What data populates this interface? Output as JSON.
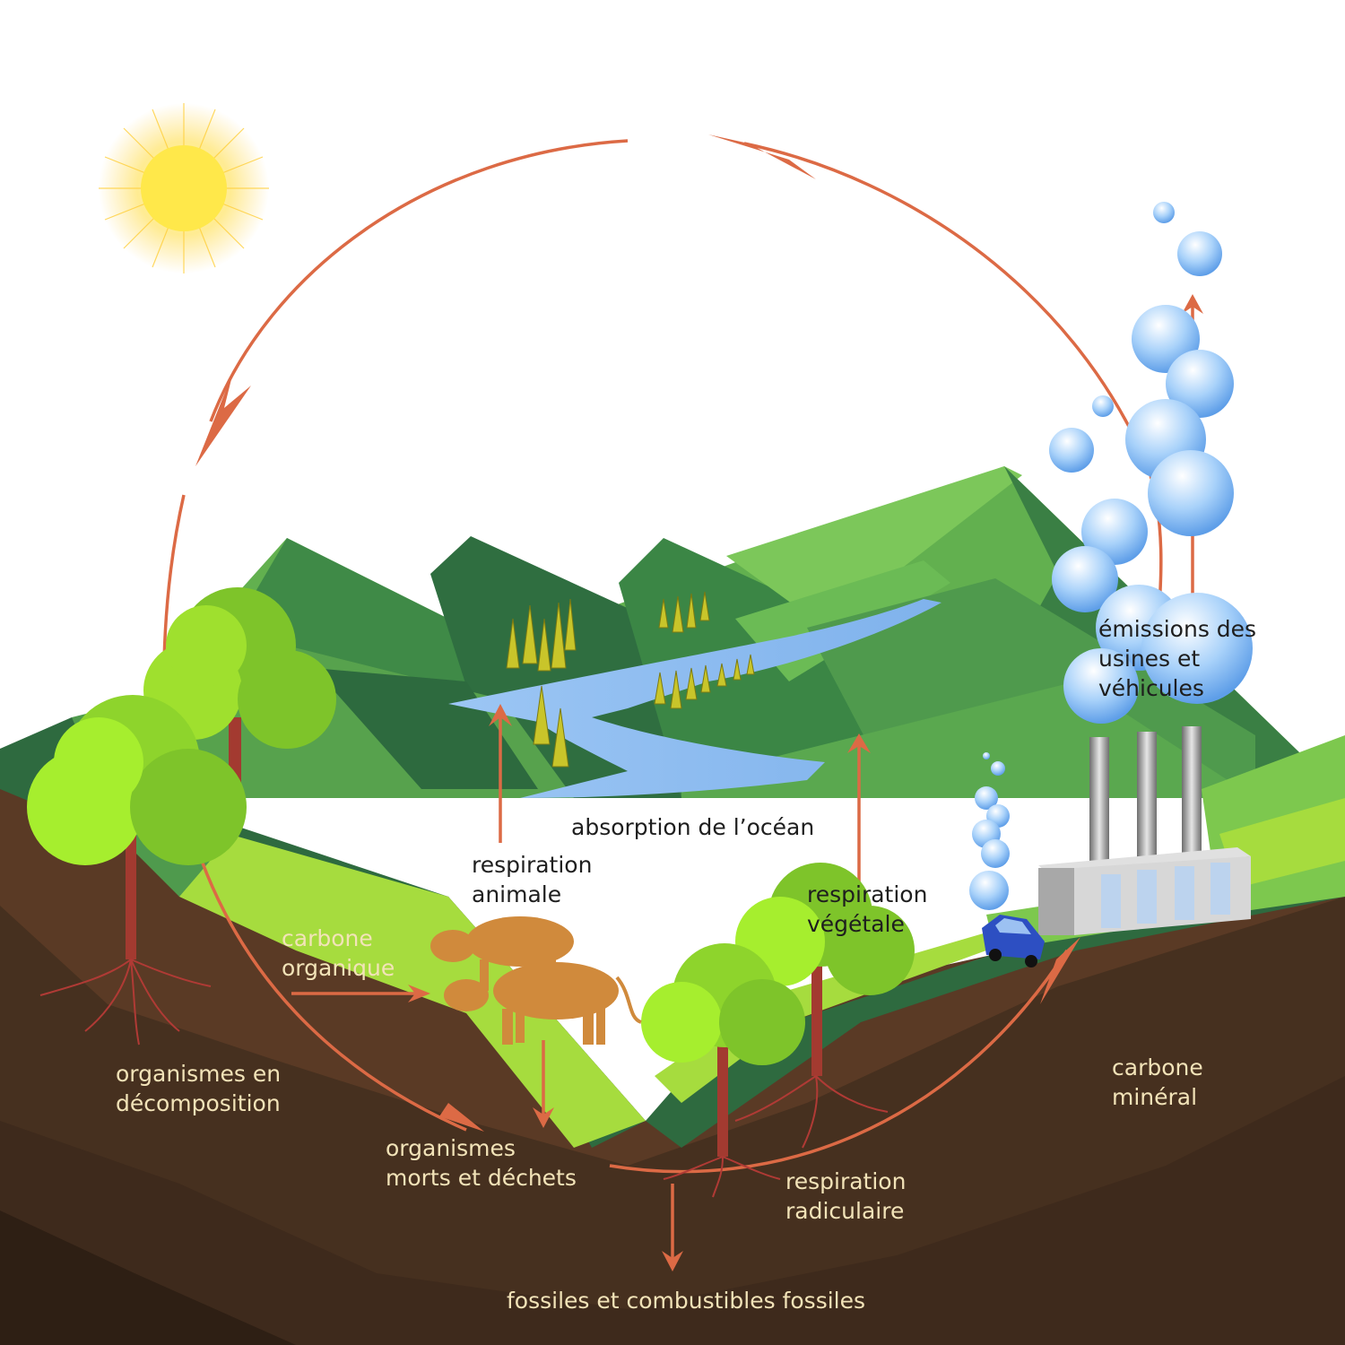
{
  "colors": {
    "arrow": "#dc6a45",
    "soil_dark": "#3e2a1c",
    "soil_mid": "#5a3a25",
    "grass_light": "#9fdc3c",
    "mountain_green": "#4f9a4d",
    "mountain_dark": "#2e6a3f",
    "water": "#8fbcf0",
    "sun": "#ffe84a",
    "cow": "#d08a3c",
    "bubble": "#8ec2f5",
    "factory": "#c9c9c9",
    "car": "#2d4fc2",
    "label_dark": "#1e1e1e",
    "label_light": "#f2e3b8"
  },
  "icons": [
    "sun-icon",
    "cow-icon",
    "factory-icon",
    "car-icon",
    "tree-icon",
    "bubble-icon"
  ],
  "labels": {
    "ocean_absorption": "absorption de l’océan",
    "animal_respiration": [
      "respiration",
      "animale"
    ],
    "plant_respiration": [
      "respiration",
      "végétale"
    ],
    "emissions": [
      "émissions des",
      "usines et",
      "véhicules"
    ],
    "organic_carbon": [
      "carbone",
      "organique"
    ],
    "decomposition": [
      "organismes en",
      "décomposition"
    ],
    "dead_organisms": [
      "organismes",
      "morts et déchets"
    ],
    "root_respiration": [
      "respiration",
      "radiculaire"
    ],
    "mineral_carbon": [
      "carbone",
      "minéral"
    ],
    "fossils": "fossiles et combustibles fossiles"
  }
}
